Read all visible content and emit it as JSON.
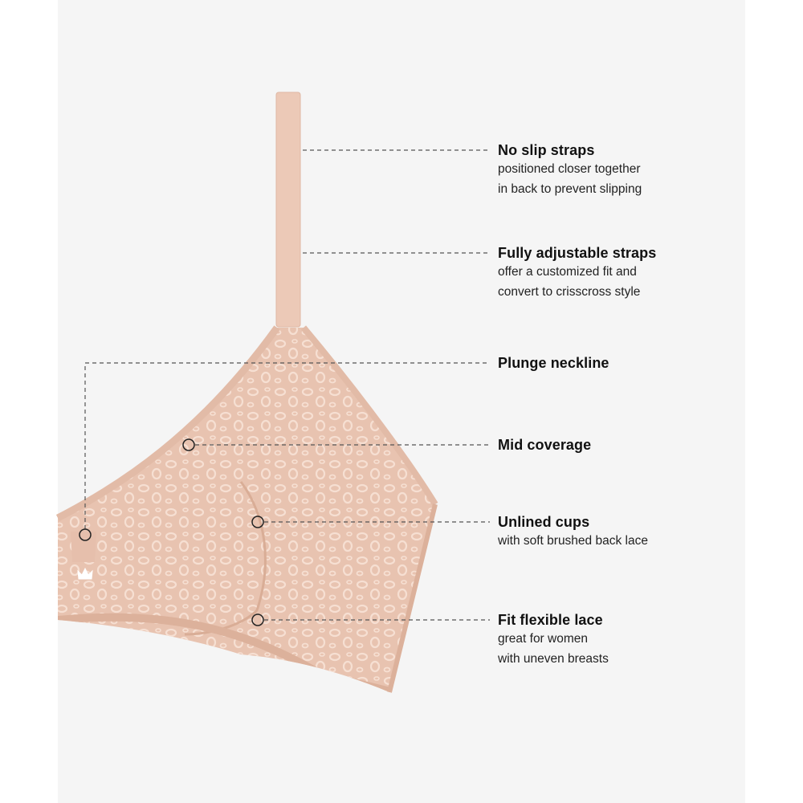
{
  "callouts": [
    {
      "title": "No slip straps",
      "lines": [
        "positioned closer together",
        "in back to prevent slipping"
      ]
    },
    {
      "title": "Fully adjustable straps",
      "lines": [
        "offer a customized fit and",
        "convert to crisscross style"
      ]
    },
    {
      "title": "Plunge neckline",
      "lines": []
    },
    {
      "title": "Mid coverage",
      "lines": []
    },
    {
      "title": "Unlined cups",
      "lines": [
        "with soft brushed back lace"
      ]
    },
    {
      "title": "Fit flexible lace",
      "lines": [
        "great for women",
        "with uneven breasts"
      ]
    }
  ],
  "colors": {
    "background": "#f5f5f5",
    "fabric": "#e9c6b4",
    "fabric_shade": "#dcb29c",
    "lace": "#f3d8ca",
    "leader": "#555555"
  },
  "icons": {
    "logo": "crown-logo-icon",
    "marker": "circle-marker-icon"
  }
}
